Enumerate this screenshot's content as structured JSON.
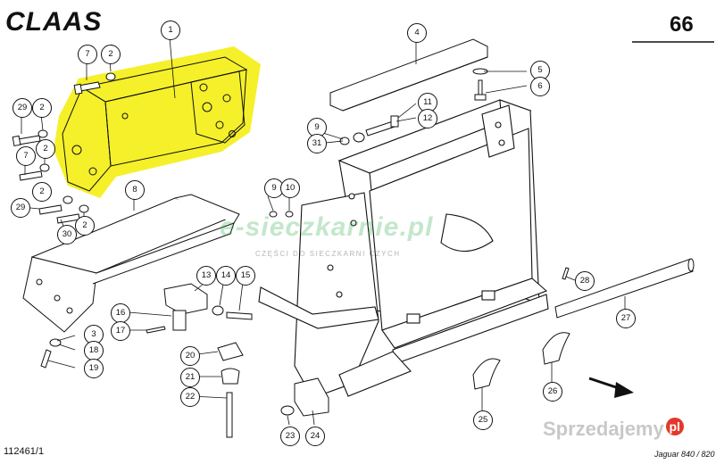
{
  "header": {
    "brand": "CLAAS",
    "page_number": "66"
  },
  "footer": {
    "drawing_id": "112461/1",
    "model": "Jaguar 840 / 820"
  },
  "watermarks": {
    "main": "e-sieczkarnie.pl",
    "sub": "CZĘŚCI DO SIECZKARNI CZYCH",
    "marketplace": "Sprzedajemy",
    "marketplace_logo": "pl"
  },
  "colors": {
    "highlight": "#f5f02a",
    "line": "#111111",
    "watermark": "#28aa46"
  },
  "callouts": [
    {
      "label": "1"
    },
    {
      "label": "7"
    },
    {
      "label": "2"
    },
    {
      "label": "29"
    },
    {
      "label": "2"
    },
    {
      "label": "7"
    },
    {
      "label": "2"
    },
    {
      "label": "2"
    },
    {
      "label": "29"
    },
    {
      "label": "2"
    },
    {
      "label": "30"
    },
    {
      "label": "8"
    },
    {
      "label": "4"
    },
    {
      "label": "5"
    },
    {
      "label": "6"
    },
    {
      "label": "11"
    },
    {
      "label": "12"
    },
    {
      "label": "9"
    },
    {
      "label": "31"
    },
    {
      "label": "9"
    },
    {
      "label": "10"
    },
    {
      "label": "13"
    },
    {
      "label": "14"
    },
    {
      "label": "15"
    },
    {
      "label": "16"
    },
    {
      "label": "17"
    },
    {
      "label": "3"
    },
    {
      "label": "18"
    },
    {
      "label": "19"
    },
    {
      "label": "20"
    },
    {
      "label": "21"
    },
    {
      "label": "22"
    },
    {
      "label": "23"
    },
    {
      "label": "24"
    },
    {
      "label": "25"
    },
    {
      "label": "26"
    },
    {
      "label": "27"
    },
    {
      "label": "28"
    }
  ]
}
